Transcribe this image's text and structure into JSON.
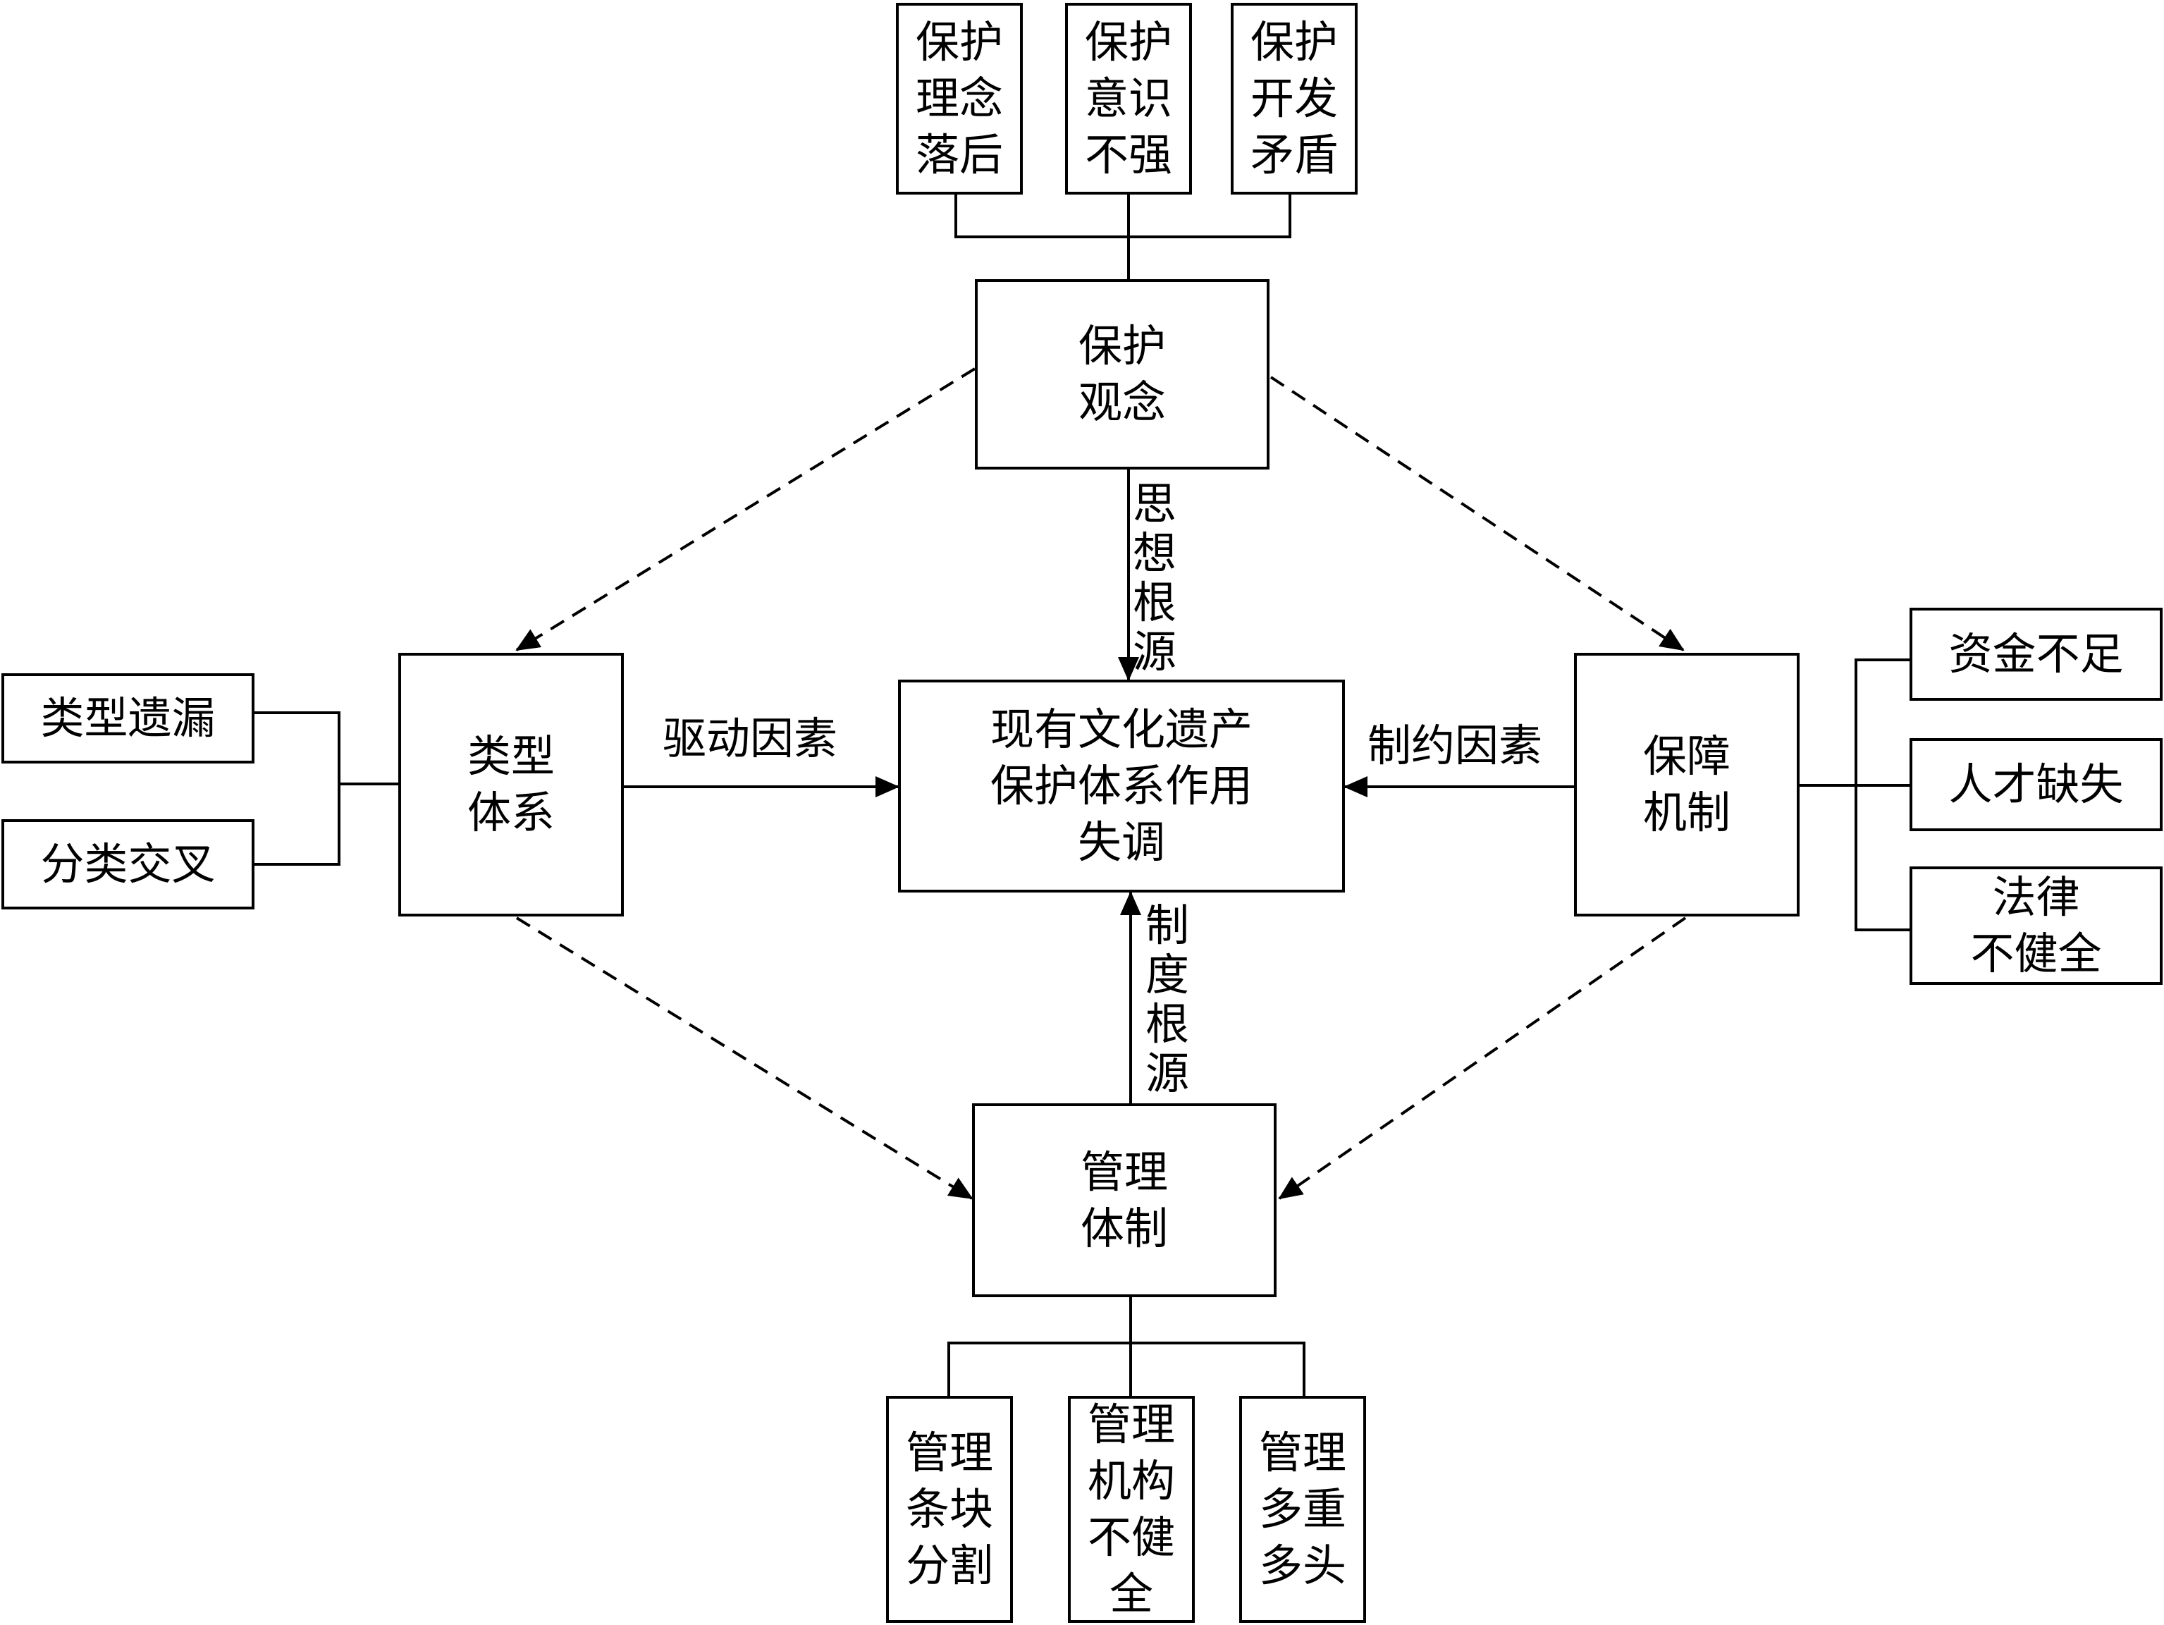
{
  "title": "现有文化遗产保护体系作用失调",
  "nodes": {
    "center": "现有文化遗产\n保护体系作用\n失调",
    "protection_concept": "保护\n观念",
    "type_system": "类型\n体系",
    "guarantee_mechanism": "保障\n机制",
    "management_system": "管理\n体制"
  },
  "top_factors": [
    "保护\n理念\n落后",
    "保护\n意识\n不强",
    "保护\n开发\n矛盾"
  ],
  "left_factors": [
    "类型遗漏",
    "分类交叉"
  ],
  "right_factors": [
    "资金不足",
    "人才缺失",
    "法律\n不健全"
  ],
  "bottom_factors": [
    "管理\n条块\n分割",
    "管理\n机构\n不健\n全",
    "管理\n多重\n多头"
  ],
  "edge_labels": {
    "ideological_root": "思\n想\n根\n源",
    "institutional_root": "制\n度\n根\n源",
    "driving_factor": "驱动因素",
    "constraint_factor": "制约因素"
  },
  "colors": {
    "line": "#000000",
    "background": "#ffffff"
  }
}
